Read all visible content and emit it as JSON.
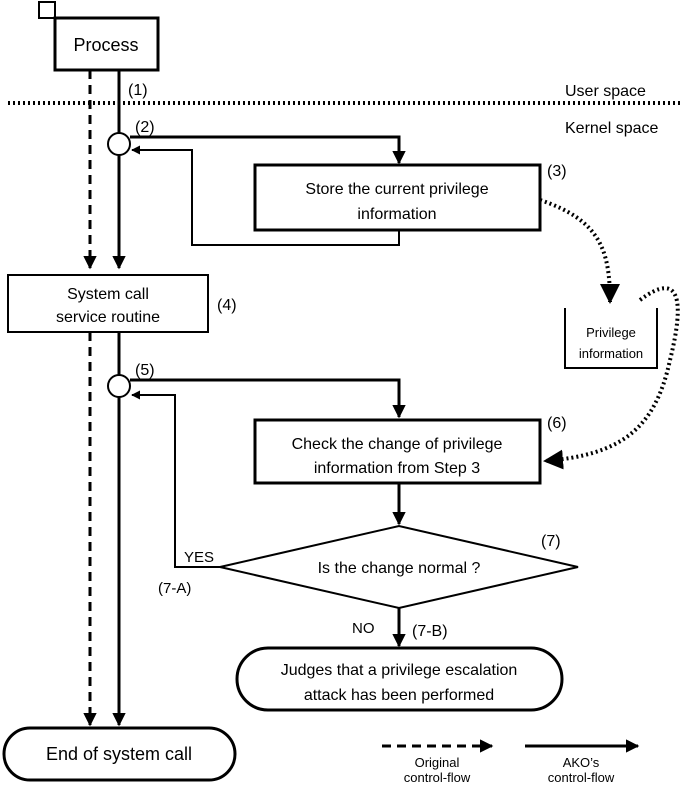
{
  "nodes": {
    "process": "Process",
    "store_line1": "Store the current privilege",
    "store_line2": "information",
    "syscall_line1": "System call",
    "syscall_line2": "service routine",
    "priv_line1": "Privilege",
    "priv_line2": "information",
    "check_line1": "Check the change of privilege",
    "check_line2": "information from Step 3",
    "decision": "Is the change normal ?",
    "judge_line1": "Judges that a privilege escalation",
    "judge_line2": "attack has been performed",
    "end": "End of system call"
  },
  "labels": {
    "step1": "(1)",
    "step2": "(2)",
    "step3": "(3)",
    "step4": "(4)",
    "step5": "(5)",
    "step6": "(6)",
    "step7": "(7)",
    "step7a": "(7-A)",
    "step7b": "(7-B)",
    "yes": "YES",
    "no": "NO",
    "user_space": "User space",
    "kernel_space": "Kernel space"
  },
  "legend": {
    "original_line1": "Original",
    "original_line2": "control-flow",
    "ako_line1": "AKO’s",
    "ako_line2": "control-flow"
  }
}
